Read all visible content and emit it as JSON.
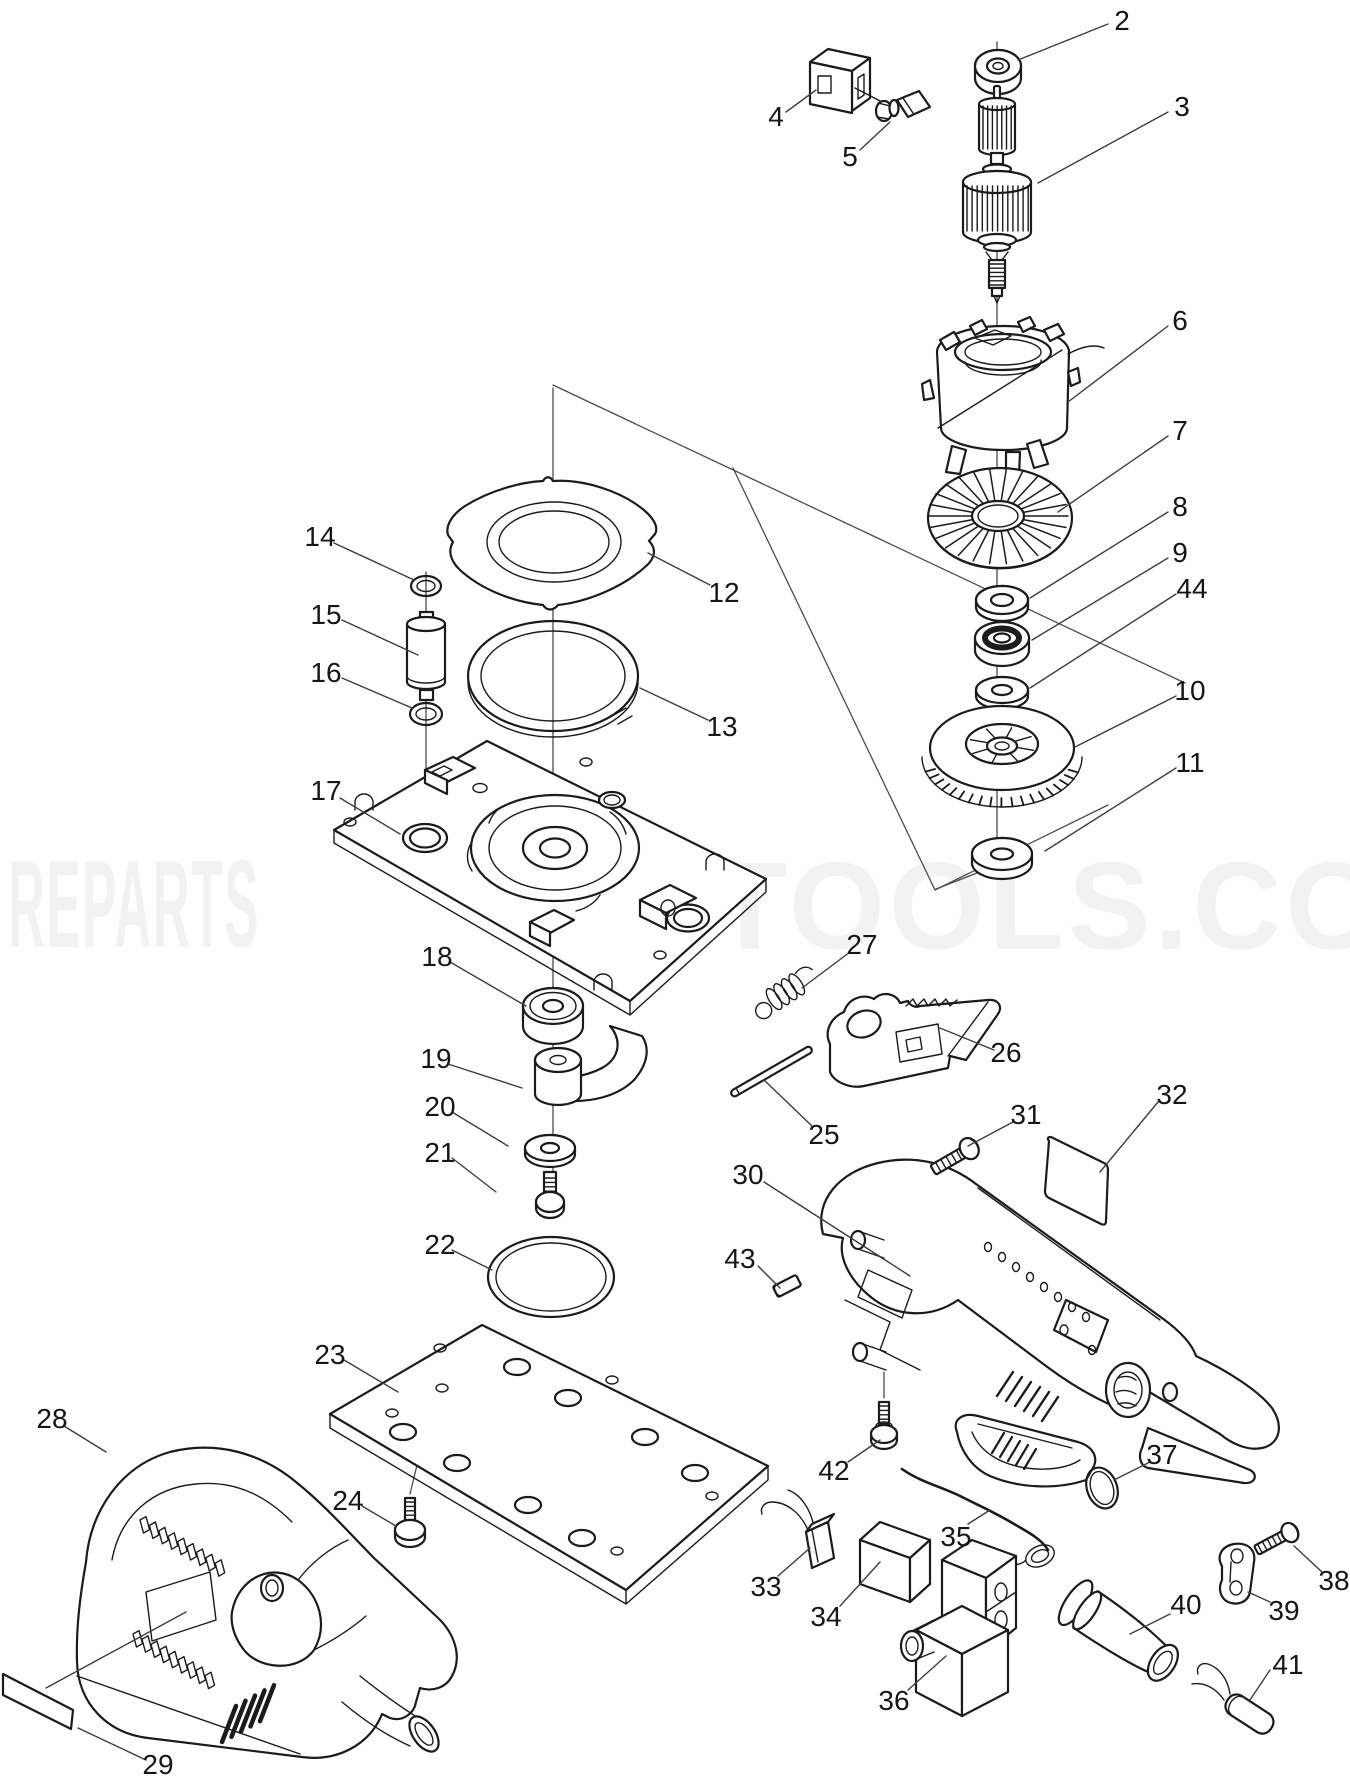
{
  "watermark": {
    "left": "REPARTS",
    "right": "TOOLS.COM"
  },
  "labels": {
    "p2": "2",
    "p3": "3",
    "p4": "4",
    "p5": "5",
    "p6": "6",
    "p7": "7",
    "p8": "8",
    "p9": "9",
    "p10": "10",
    "p11": "11",
    "p12": "12",
    "p13": "13",
    "p14": "14",
    "p15": "15",
    "p16": "16",
    "p17": "17",
    "p18": "18",
    "p19": "19",
    "p20": "20",
    "p21": "21",
    "p22": "22",
    "p23": "23",
    "p24": "24",
    "p25": "25",
    "p26": "26",
    "p27": "27",
    "p28": "28",
    "p29": "29",
    "p30": "30",
    "p31": "31",
    "p32": "32",
    "p33": "33",
    "p34": "34",
    "p35": "35",
    "p36": "36",
    "p37": "37",
    "p38": "38",
    "p39": "39",
    "p40": "40",
    "p41": "41",
    "p42": "42",
    "p43": "43",
    "p44": "44"
  }
}
